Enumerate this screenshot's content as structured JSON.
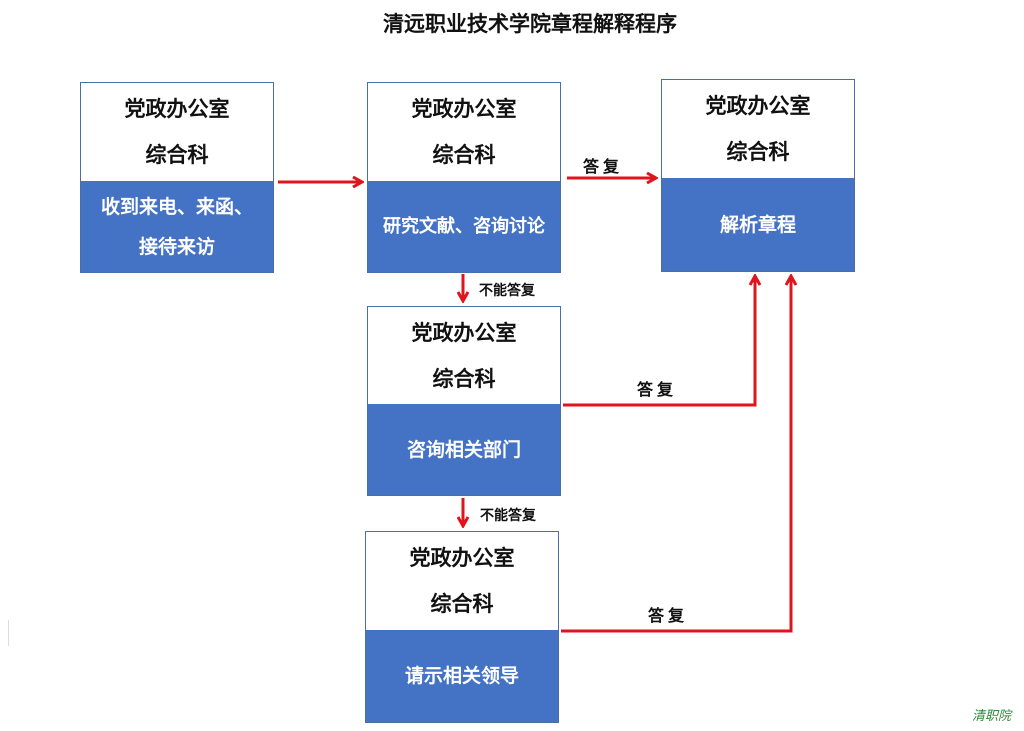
{
  "title": "清远职业技术学院章程解释程序",
  "nodes": [
    {
      "id": "n1",
      "dept_line1": "党政办公室",
      "dept_line2": "综合科",
      "action_line1": "收到来电、来函、",
      "action_line2": "接待来访"
    },
    {
      "id": "n2",
      "dept_line1": "党政办公室",
      "dept_line2": "综合科",
      "action_line1": "研究文献、咨询讨论",
      "action_line2": ""
    },
    {
      "id": "n3",
      "dept_line1": "党政办公室",
      "dept_line2": "综合科",
      "action_line1": "解析章程",
      "action_line2": ""
    },
    {
      "id": "n4",
      "dept_line1": "党政办公室",
      "dept_line2": "综合科",
      "action_line1": "咨询相关部门",
      "action_line2": ""
    },
    {
      "id": "n5",
      "dept_line1": "党政办公室",
      "dept_line2": "综合科",
      "action_line1": "请示相关领导",
      "action_line2": ""
    }
  ],
  "edges": {
    "reply_label": "答复",
    "cannot_reply_label": "不能答复"
  },
  "logo_text": "清职院",
  "colors": {
    "box_fill": "#4472c4",
    "arrow": "#e0141c"
  }
}
